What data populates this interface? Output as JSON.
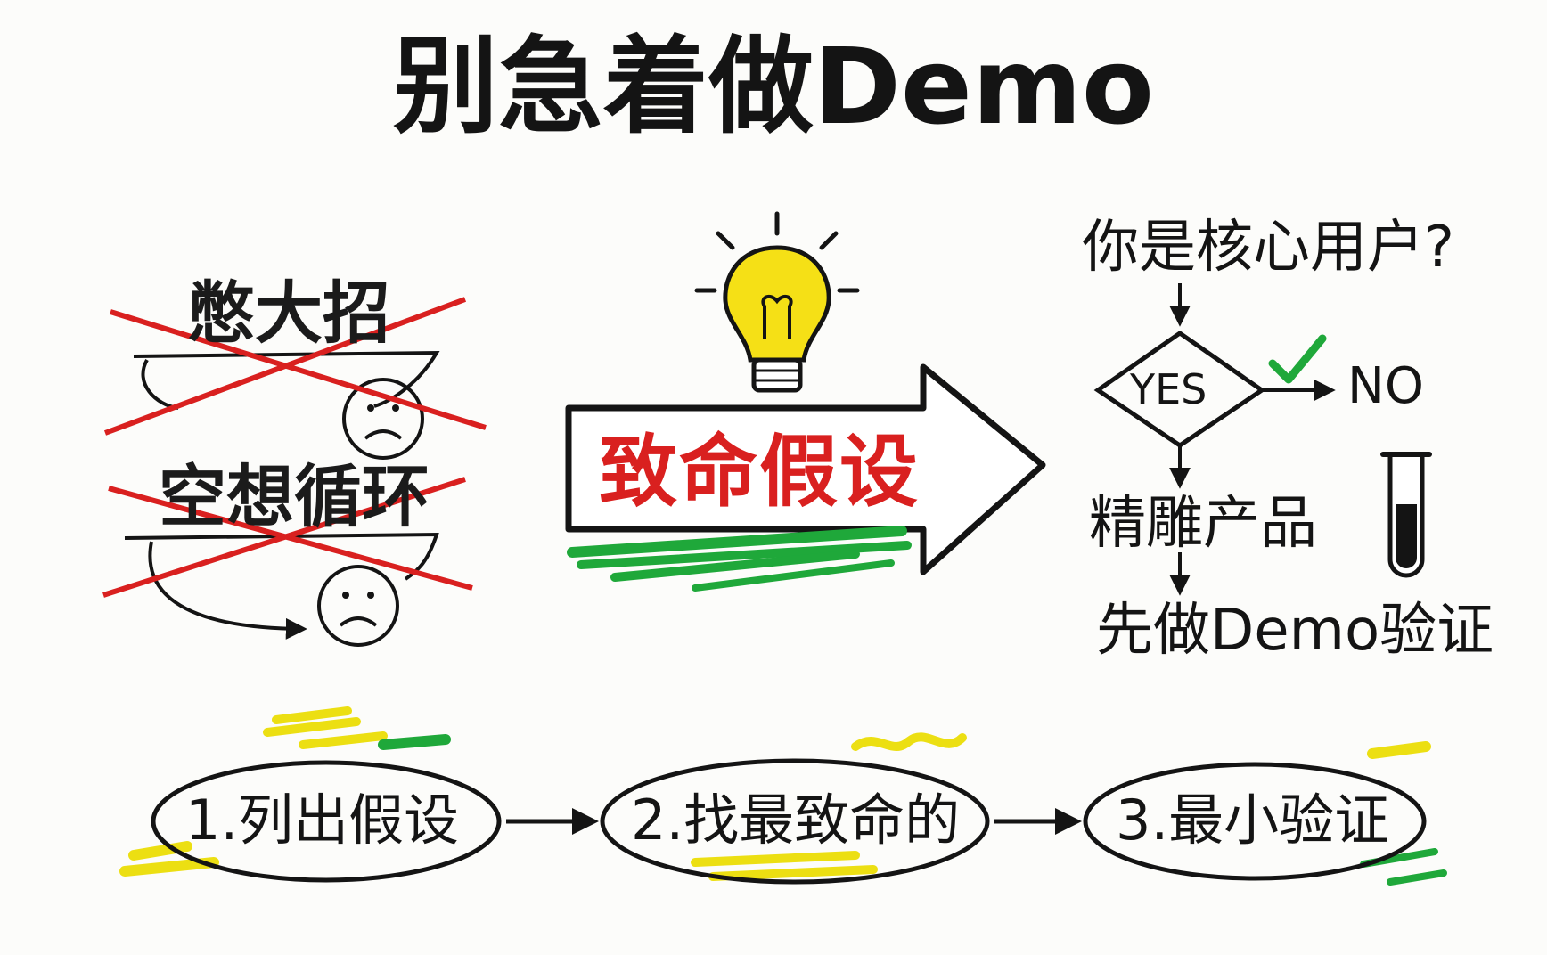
{
  "title": "别急着做Demo",
  "anti_patterns": {
    "item1": "憋大招",
    "item2": "空想循环"
  },
  "center": {
    "label": "致命假设",
    "icon": "lightbulb-icon"
  },
  "flow": {
    "question": "你是核心用户?",
    "yes": "YES",
    "no": "NO",
    "polish": "精雕产品",
    "demo_first": "先做Demo验证",
    "icon": "test-tube-icon"
  },
  "steps": [
    {
      "label": "1.列出假设"
    },
    {
      "label": "2.找最致命的"
    },
    {
      "label": "3.最小验证"
    }
  ],
  "colors": {
    "ink": "#141414",
    "strike_red": "#d9201f",
    "bulb_yellow": "#f5e016",
    "marker_green": "#1fa83a",
    "marker_yellow": "#ecdf12"
  }
}
